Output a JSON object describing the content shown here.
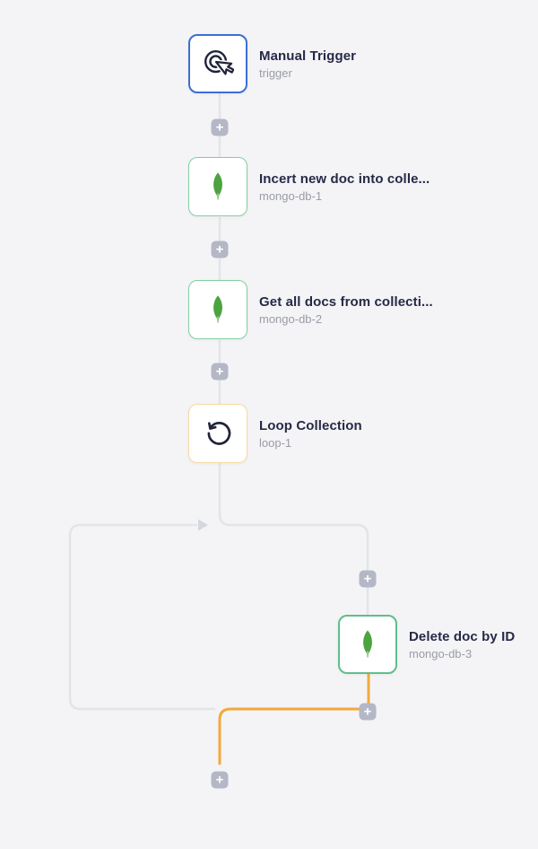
{
  "canvas": {
    "background": "#f4f4f6"
  },
  "colors": {
    "accent_blue": "#3b6ed6",
    "mongo_green": "#4da33f",
    "mongo_border": "#82cfa0",
    "mongo_border_selected": "#5fbe8a",
    "loop_border": "#f8d9a2",
    "connector_gray": "#e3e4ea",
    "connector_orange": "#f2a93c",
    "plus_bg": "#b4b7c5",
    "title_color": "#252a47",
    "subtitle_color": "#9a9ca8"
  },
  "nodes": [
    {
      "title": "Manual Trigger",
      "subtitle": "trigger",
      "type": "trigger",
      "icon": "cursor-click-icon"
    },
    {
      "title": "Incert new doc into colle...",
      "subtitle": "mongo-db-1",
      "type": "mongo-db",
      "icon": "mongodb-leaf-icon"
    },
    {
      "title": "Get all docs from collecti...",
      "subtitle": "mongo-db-2",
      "type": "mongo-db",
      "icon": "mongodb-leaf-icon"
    },
    {
      "title": "Loop Collection",
      "subtitle": "loop-1",
      "type": "loop",
      "icon": "loop-icon"
    },
    {
      "title": "Delete doc by ID",
      "subtitle": "mongo-db-3",
      "type": "mongo-db",
      "icon": "mongodb-leaf-icon",
      "selected": true
    }
  ],
  "add_button": {
    "label": "+"
  }
}
